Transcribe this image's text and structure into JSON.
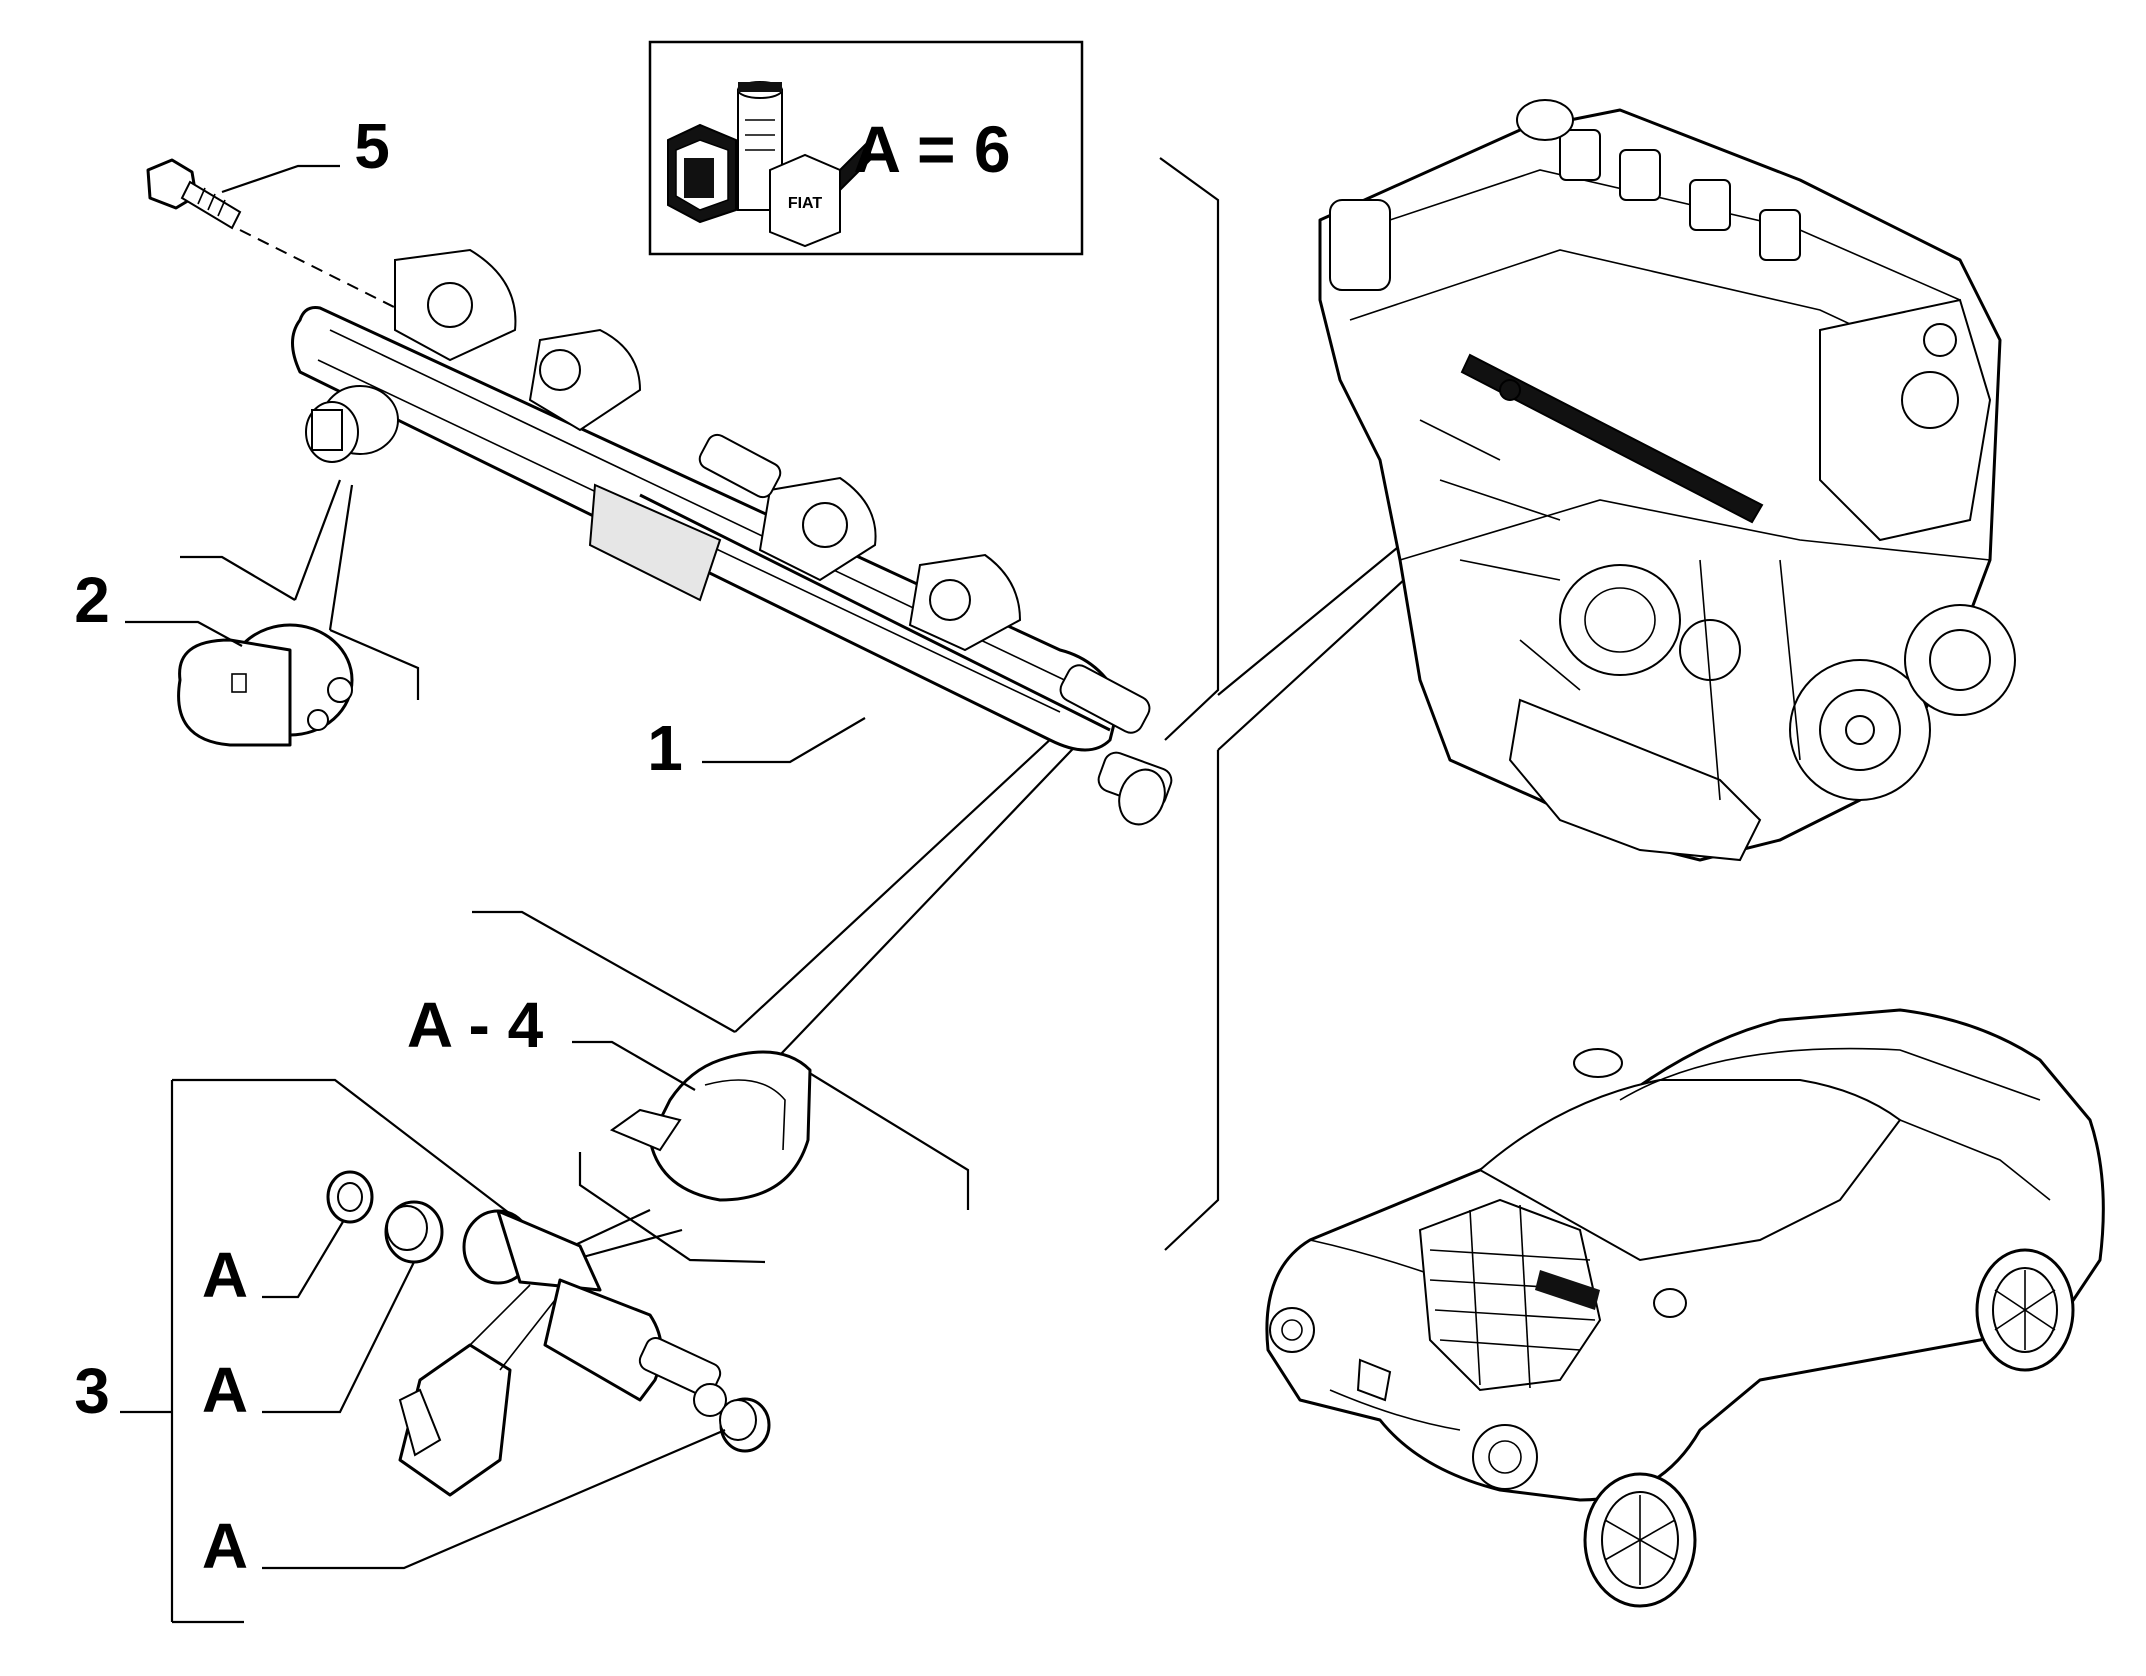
{
  "callouts": {
    "item_1": "1",
    "item_2": "2",
    "item_3": "3",
    "item_5": "5",
    "item_a4": "A - 4",
    "item_a_upper": "A",
    "item_a_middle": "A",
    "item_a_lower": "A"
  },
  "kit_box": {
    "label": "A = 6",
    "logo_text": "FIAT"
  },
  "colors": {
    "line": "#000000",
    "background": "#ffffff",
    "highlight": "#111111"
  }
}
